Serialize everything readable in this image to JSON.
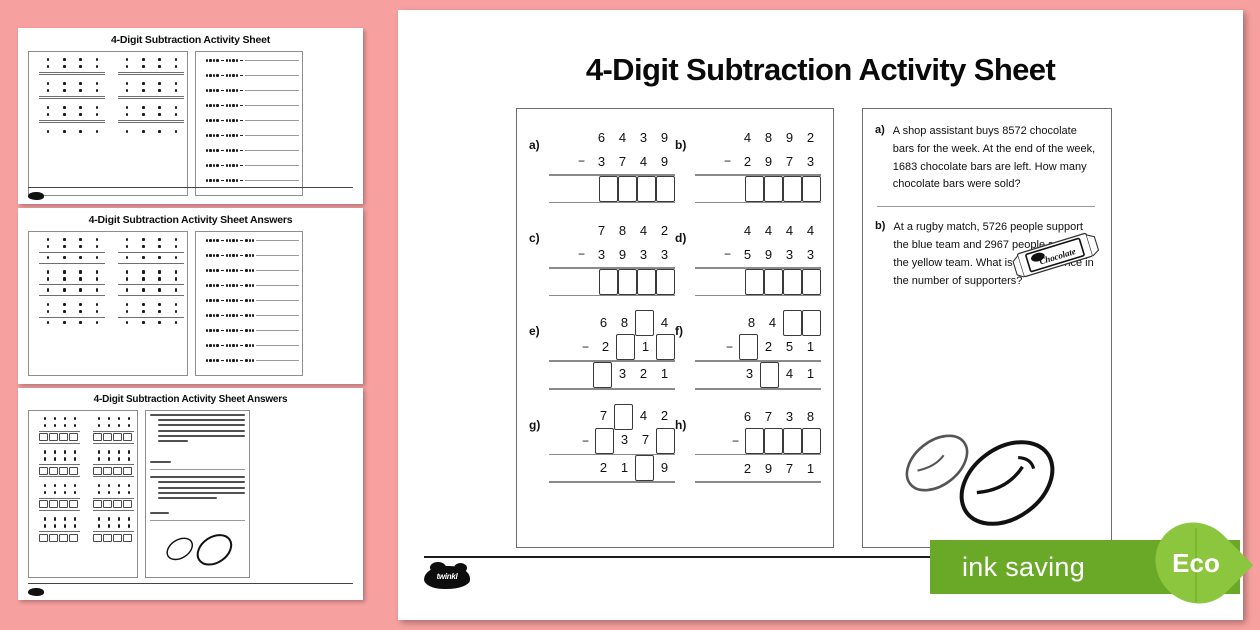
{
  "theme": {
    "background_color": "#f7a0a0",
    "page_color": "#ffffff",
    "eco_bar_color": "#6aa828",
    "eco_leaf_color": "#8cc63f",
    "ink_color": "#111111"
  },
  "thumbnails": [
    {
      "title": "4-Digit Subtraction Activity Sheet"
    },
    {
      "title": "4-Digit Subtraction Activity Sheet Answers"
    },
    {
      "title": "4-Digit Subtraction Activity Sheet Answers"
    }
  ],
  "main": {
    "title": "4-Digit Subtraction Activity Sheet",
    "calculations": [
      {
        "label": "a)",
        "minuend": [
          "6",
          "4",
          "3",
          "9"
        ],
        "subtrahend": [
          "3",
          "7",
          "4",
          "9"
        ],
        "answer": [
          "",
          "",
          "",
          ""
        ],
        "minuend_box": [
          false,
          false,
          false,
          false
        ],
        "subtrahend_box": [
          false,
          false,
          false,
          false
        ],
        "answer_box": [
          true,
          true,
          true,
          true
        ]
      },
      {
        "label": "b)",
        "minuend": [
          "4",
          "8",
          "9",
          "2"
        ],
        "subtrahend": [
          "2",
          "9",
          "7",
          "3"
        ],
        "answer": [
          "",
          "",
          "",
          ""
        ],
        "minuend_box": [
          false,
          false,
          false,
          false
        ],
        "subtrahend_box": [
          false,
          false,
          false,
          false
        ],
        "answer_box": [
          true,
          true,
          true,
          true
        ]
      },
      {
        "label": "c)",
        "minuend": [
          "7",
          "8",
          "4",
          "2"
        ],
        "subtrahend": [
          "3",
          "9",
          "3",
          "3"
        ],
        "answer": [
          "",
          "",
          "",
          ""
        ],
        "minuend_box": [
          false,
          false,
          false,
          false
        ],
        "subtrahend_box": [
          false,
          false,
          false,
          false
        ],
        "answer_box": [
          true,
          true,
          true,
          true
        ]
      },
      {
        "label": "d)",
        "minuend": [
          "4",
          "4",
          "4",
          "4"
        ],
        "subtrahend": [
          "5",
          "9",
          "3",
          "3"
        ],
        "answer": [
          "",
          "",
          "",
          ""
        ],
        "minuend_box": [
          false,
          false,
          false,
          false
        ],
        "subtrahend_box": [
          false,
          false,
          false,
          false
        ],
        "answer_box": [
          true,
          true,
          true,
          true
        ]
      },
      {
        "label": "e)",
        "minuend": [
          "6",
          "8",
          "",
          "4"
        ],
        "subtrahend": [
          "2",
          "",
          "1",
          ""
        ],
        "answer": [
          "",
          "3",
          "2",
          "1"
        ],
        "minuend_box": [
          false,
          false,
          true,
          false
        ],
        "subtrahend_box": [
          false,
          true,
          false,
          true
        ],
        "answer_box": [
          true,
          false,
          false,
          false
        ]
      },
      {
        "label": "f)",
        "minuend": [
          "8",
          "4",
          "",
          ""
        ],
        "subtrahend": [
          "",
          "2",
          "5",
          "1"
        ],
        "answer": [
          "3",
          "",
          "4",
          "1"
        ],
        "minuend_box": [
          false,
          false,
          true,
          true
        ],
        "subtrahend_box": [
          true,
          false,
          false,
          false
        ],
        "answer_box": [
          false,
          true,
          false,
          false
        ]
      },
      {
        "label": "g)",
        "minuend": [
          "7",
          "",
          "4",
          "2"
        ],
        "subtrahend": [
          "",
          "3",
          "7",
          ""
        ],
        "answer": [
          "2",
          "1",
          "",
          "9"
        ],
        "minuend_box": [
          false,
          true,
          false,
          false
        ],
        "subtrahend_box": [
          true,
          false,
          false,
          true
        ],
        "answer_box": [
          false,
          false,
          true,
          false
        ]
      },
      {
        "label": "h)",
        "minuend": [
          "6",
          "7",
          "3",
          "8"
        ],
        "subtrahend": [
          "",
          "",
          "",
          ""
        ],
        "answer": [
          "2",
          "9",
          "7",
          "1"
        ],
        "minuend_box": [
          false,
          false,
          false,
          false
        ],
        "subtrahend_box": [
          true,
          true,
          true,
          true
        ],
        "answer_box": [
          false,
          false,
          false,
          false
        ]
      }
    ],
    "word_problems": [
      {
        "label": "a)",
        "text": "A shop assistant buys 8572 chocolate bars for the week. At the end of the week, 1683 chocolate bars are left. How many chocolate bars were sold?",
        "illustration": "chocolate-bar"
      },
      {
        "label": "b)",
        "text": "At a rugby match, 5726 people support the blue team and 2967 people support the yellow team. What is the difference in the number of supporters?",
        "illustration": "rugby-balls"
      }
    ],
    "footer": {
      "logo_text": "twinkl"
    }
  },
  "eco_badge": {
    "bar_label": "ink saving",
    "leaf_label": "Eco"
  }
}
